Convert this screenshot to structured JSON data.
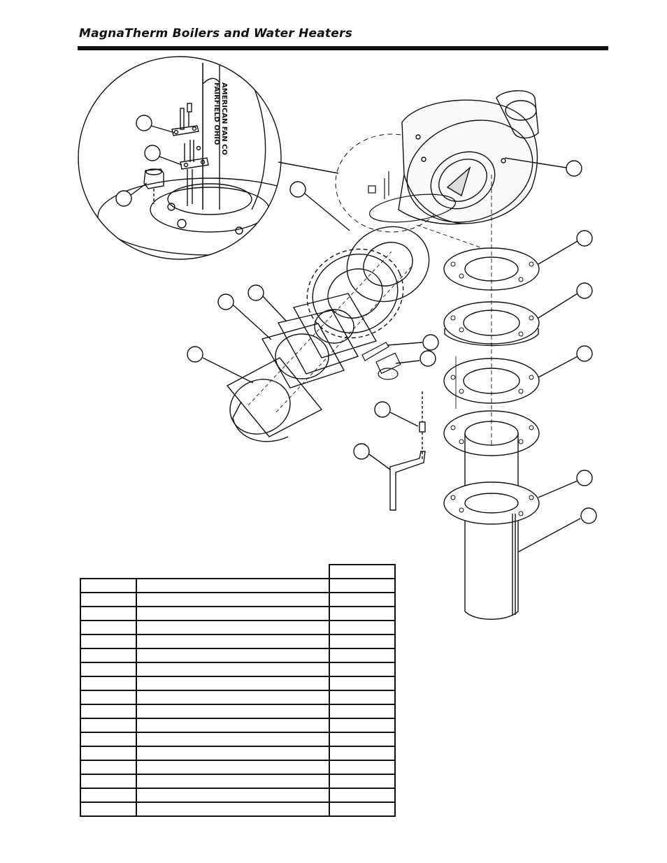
{
  "header": {
    "title": "MagnaTherm Boilers and Water Heaters"
  },
  "diagram": {
    "blower_label_line1": "AMERICAN FAN CO",
    "blower_label_line2": "FAIRFIELD OHIO"
  },
  "parts_table": {
    "header": [
      "",
      "",
      ""
    ],
    "rows": [
      [
        "",
        "",
        ""
      ],
      [
        "",
        "",
        ""
      ],
      [
        "",
        "",
        ""
      ],
      [
        "",
        "",
        ""
      ],
      [
        "",
        "",
        ""
      ],
      [
        "",
        "",
        ""
      ],
      [
        "",
        "",
        ""
      ],
      [
        "",
        "",
        ""
      ],
      [
        "",
        "",
        ""
      ],
      [
        "",
        "",
        ""
      ],
      [
        "",
        "",
        ""
      ],
      [
        "",
        "",
        ""
      ],
      [
        "",
        "",
        ""
      ],
      [
        "",
        "",
        ""
      ],
      [
        "",
        "",
        ""
      ],
      [
        "",
        "",
        ""
      ],
      [
        "",
        "",
        ""
      ]
    ]
  }
}
